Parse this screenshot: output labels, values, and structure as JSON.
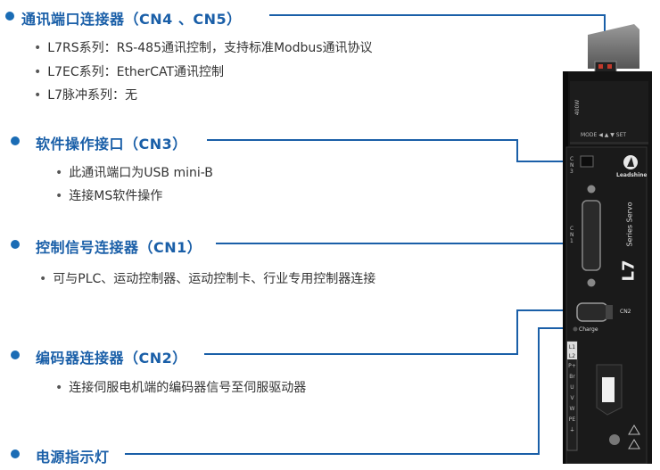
{
  "sections": [
    {
      "title": "通讯端口连接器（CN4 、CN5）",
      "items": [
        "L7RS系列：RS-485通讯控制，支持标准Modbus通讯协议",
        "L7EC系列：EtherCAT通讯控制",
        "L7脉冲系列：无"
      ]
    },
    {
      "title": "软件操作接口（CN3）",
      "items": [
        "此通讯端口为USB mini-B",
        "连接MS软件操作"
      ]
    },
    {
      "title": "控制信号连接器（CN1）",
      "items": [
        "可与PLC、运动控制器、运动控制卡、行业专用控制器连接"
      ]
    },
    {
      "title": "编码器连接器（CN2）",
      "items": [
        "连接伺服电机端的编码器信号至伺服驱动器"
      ]
    },
    {
      "title": "电源指示灯",
      "items": []
    }
  ],
  "device": {
    "brand": "Leadshine",
    "series": "L7",
    "series_sub": "Series Servo",
    "power": "400W",
    "keys": "MODE ◀  ▲  ▼  SET",
    "cn3": "CN3",
    "cn1": "CN1",
    "cn2": "CN2",
    "charge": "Charge",
    "terminals": [
      "L1",
      "L2",
      "P+",
      "Br",
      "U",
      "V",
      "W",
      "PE",
      "⏚"
    ]
  },
  "colors": {
    "accent": "#1a6cb5",
    "device": "#141414"
  }
}
